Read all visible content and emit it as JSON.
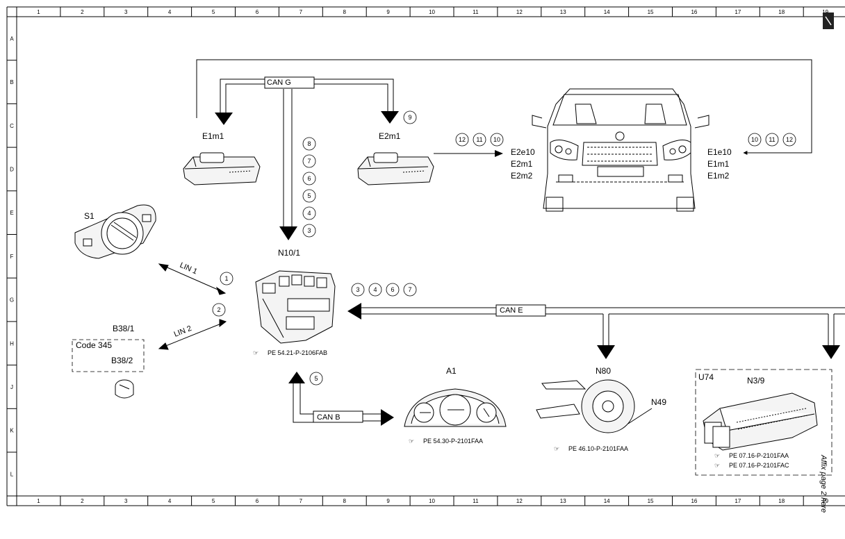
{
  "border": {
    "columns": [
      "1",
      "2",
      "3",
      "4",
      "5",
      "6",
      "7",
      "8",
      "9",
      "10",
      "11",
      "12",
      "13",
      "14",
      "15",
      "16",
      "17",
      "18",
      "19"
    ],
    "rows": [
      "A",
      "B",
      "C",
      "D",
      "E",
      "F",
      "G",
      "H",
      "J",
      "K",
      "L"
    ]
  },
  "buses": {
    "can_g": "CAN G",
    "can_e": "CAN E",
    "can_b": "CAN B",
    "lin1": "LIN 1",
    "lin2": "LIN 2"
  },
  "components": {
    "e1m1": "E1m1",
    "e2m1": "E2m1",
    "n10_1": "N10/1",
    "s1": "S1",
    "b38_1": "B38/1",
    "b38_2": "B38/2",
    "code": "Code 345",
    "a1": "A1",
    "n80": "N80",
    "n49": "N49",
    "u74": "U74",
    "n3_9": "N3/9",
    "left_lamp": [
      "E2e10",
      "E2m1",
      "E2m2"
    ],
    "right_lamp": [
      "E1e10",
      "E1m1",
      "E1m2"
    ]
  },
  "circles": {
    "e2m1_9": "9",
    "mid_stack": [
      "8",
      "7",
      "6",
      "5",
      "4",
      "3"
    ],
    "to_left_lamp": [
      "12",
      "11",
      "10"
    ],
    "to_right_lamp": [
      "10",
      "11",
      "12"
    ],
    "lin1_num": "1",
    "lin2_num": "2",
    "n10_row": [
      "3",
      "4",
      "6",
      "7"
    ],
    "canb_num": "5"
  },
  "refs": {
    "n10_1": "PE 54.21-P-2106FAB",
    "a1": "PE 54.30-P-2101FAA",
    "n80": "PE 46.10-P-2101FAA",
    "n3_9_a": "PE 07.16-P-2101FAA",
    "n3_9_b": "PE 07.16-P-2101FAC"
  },
  "affix": "Affix page 2 here"
}
